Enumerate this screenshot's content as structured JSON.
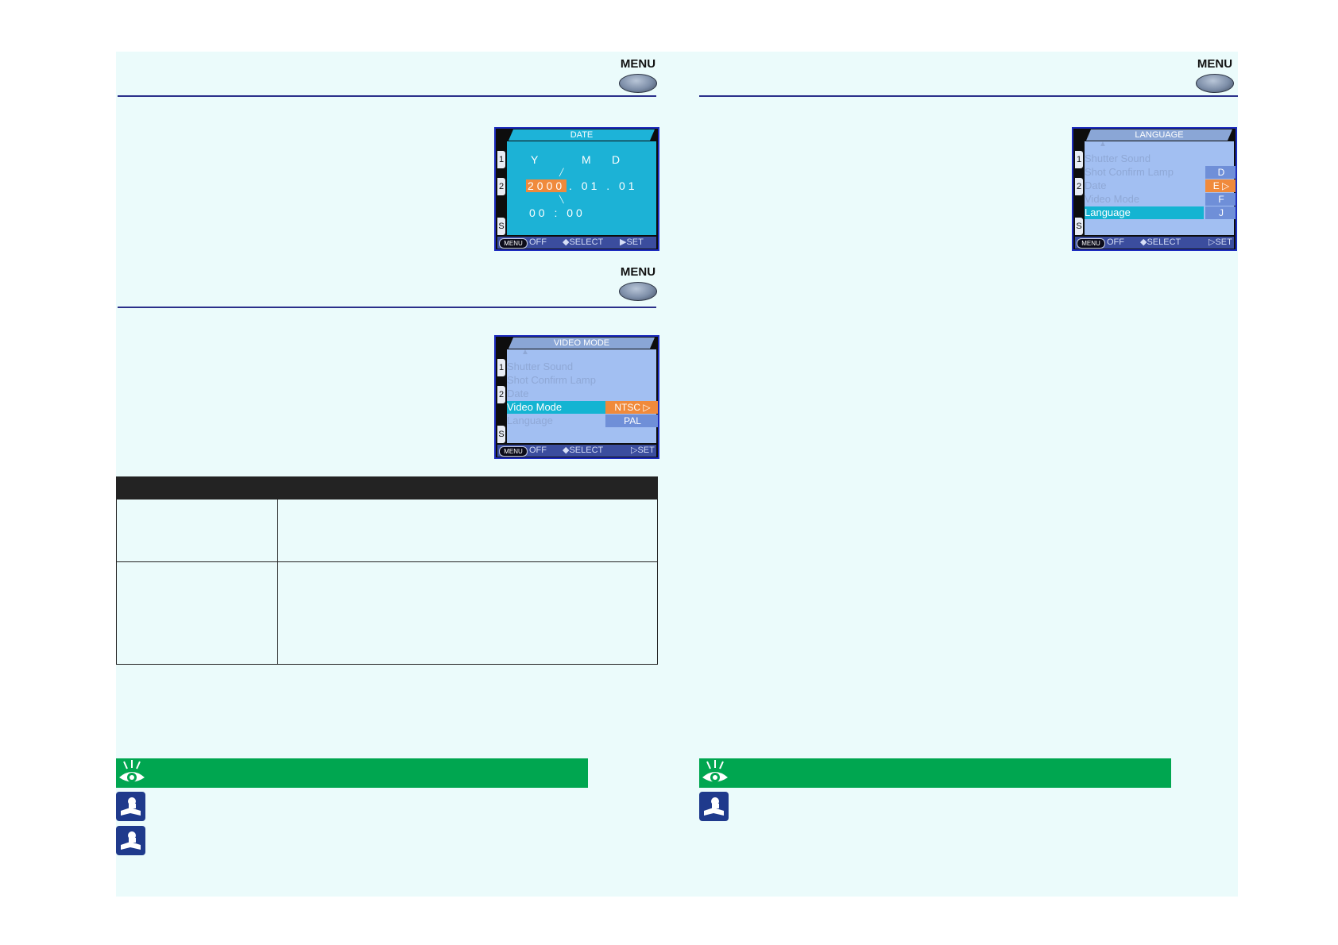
{
  "left_page": {
    "section1": {
      "menu_label": "MENU"
    },
    "date_screen": {
      "title": "DATE",
      "tabs": [
        "1",
        "2",
        "S"
      ],
      "labels": {
        "y": "Y",
        "m": "M",
        "d": "D"
      },
      "year": "2000",
      "month_day": ". 01 . 01",
      "time": "00 : 00",
      "footer": {
        "menu": "MENU",
        "off": "OFF",
        "select": "◆SELECT",
        "set": "▶SET"
      }
    },
    "section2": {
      "menu_label": "MENU"
    },
    "video_screen": {
      "title": "VIDEO MODE",
      "tabs": [
        "1",
        "2",
        "S"
      ],
      "items": [
        "Shutter Sound",
        "Shot Confirm Lamp",
        "Date",
        "Video Mode",
        "Language"
      ],
      "selected_item": "Video Mode",
      "options": [
        "NTSC",
        "PAL"
      ],
      "selected_option": "NTSC",
      "footer": {
        "menu": "MENU",
        "off": "OFF",
        "select": "◆SELECT",
        "set": "▷SET"
      }
    }
  },
  "right_page": {
    "section1": {
      "menu_label": "MENU"
    },
    "language_screen": {
      "title": "LANGUAGE",
      "tabs": [
        "1",
        "2",
        "S"
      ],
      "items": [
        "Shutter Sound",
        "Shot Confirm Lamp",
        "Date",
        "Video Mode",
        "Language"
      ],
      "selected_item": "Language",
      "options": [
        "D",
        "E",
        "F",
        "J"
      ],
      "selected_option": "E",
      "footer": {
        "menu": "MENU",
        "off": "OFF",
        "select": "◆SELECT",
        "set": "▷SET"
      }
    }
  },
  "colors": {
    "rule": "#2a2f8a",
    "tip_bar": "#00a650",
    "page_bg": "#ebfbfb",
    "lcd_cyan": "#1cb2d6",
    "lcd_orange": "#f08a3c"
  }
}
